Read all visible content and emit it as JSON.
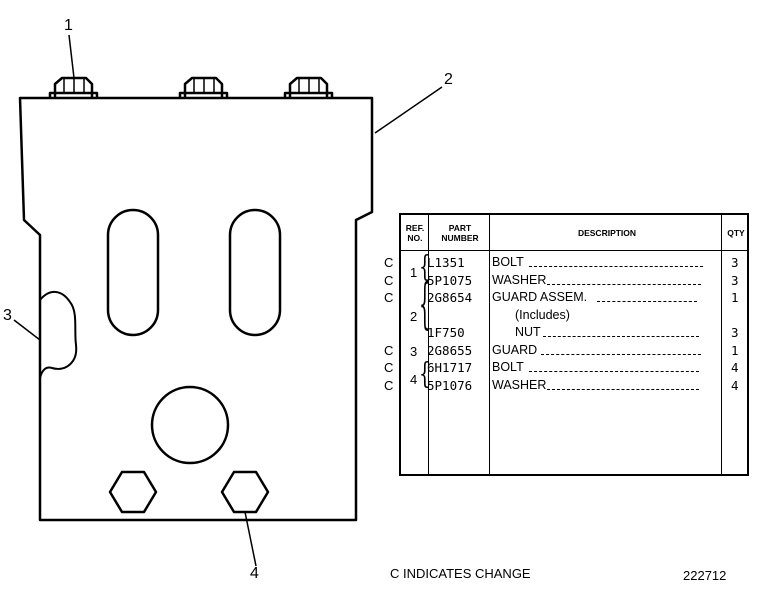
{
  "callouts": [
    "1",
    "2",
    "3",
    "4"
  ],
  "table": {
    "headers": {
      "ref_no": "REF.\nNO.",
      "part_number": "PART\nNUMBER",
      "description": "DESCRIPTION",
      "qty": "QTY"
    },
    "rows": [
      {
        "change": "C",
        "ref": "1",
        "part": "L1351",
        "desc": "BOLT",
        "qty": "3"
      },
      {
        "change": "C",
        "ref": "",
        "part": "5P1075",
        "desc": "WASHER",
        "qty": "3"
      },
      {
        "change": "C",
        "ref": "",
        "part": "2G8654",
        "desc": "GUARD ASSEM.",
        "qty": "1"
      },
      {
        "change": "",
        "ref": "2",
        "part": "",
        "desc": "(Includes)",
        "qty": ""
      },
      {
        "change": "",
        "ref": "",
        "part": "1F750",
        "desc": "NUT",
        "qty": "3"
      },
      {
        "change": "C",
        "ref": "3",
        "part": "2G8655",
        "desc": "GUARD",
        "qty": "1"
      },
      {
        "change": "C",
        "ref": "",
        "part": "6H1717",
        "desc": "BOLT",
        "qty": "4"
      },
      {
        "change": "C",
        "ref": "4",
        "part": "5P1076",
        "desc": "WASHER",
        "qty": "4"
      }
    ]
  },
  "footer": {
    "note": "C INDICATES CHANGE",
    "number": "222712"
  }
}
